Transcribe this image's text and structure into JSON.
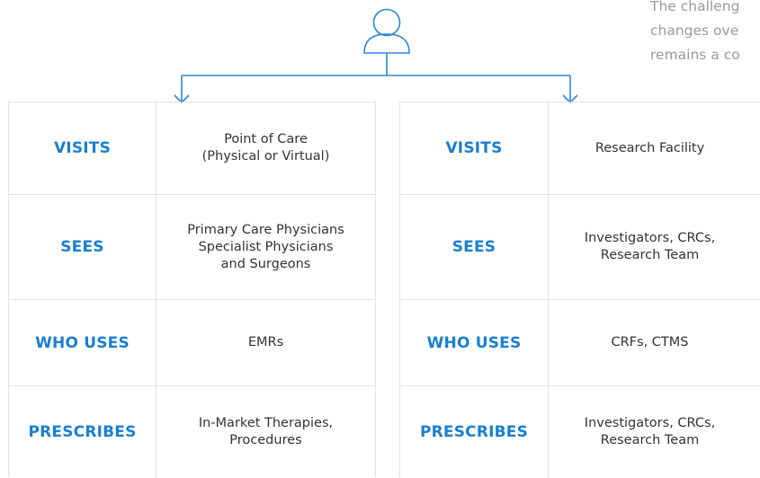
{
  "side_text": {
    "line1": "The challeng",
    "line2": "changes ove",
    "line3": "remains a co"
  },
  "left_panel": {
    "rows": [
      {
        "label": "VISITS",
        "value_lines": [
          "Point of Care",
          "(Physical or Virtual)"
        ]
      },
      {
        "label": "SEES",
        "value_lines": [
          "Primary Care Physicians",
          "Specialist Physicians",
          "and Surgeons"
        ]
      },
      {
        "label": "WHO USES",
        "value_lines": [
          "EMRs"
        ]
      },
      {
        "label": "PRESCRIBES",
        "value_lines": [
          "In-Market Therapies,",
          "Procedures"
        ]
      }
    ]
  },
  "right_panel": {
    "rows": [
      {
        "label": "VISITS",
        "value_lines": [
          "Research Facility"
        ]
      },
      {
        "label": "SEES",
        "value_lines": [
          "Investigators, CRCs,",
          "Research Team"
        ]
      },
      {
        "label": "WHO USES",
        "value_lines": [
          "CRFs, CTMS"
        ]
      },
      {
        "label": "PRESCRIBES",
        "value_lines": [
          "Investigators, CRCs,",
          "Research Team"
        ]
      }
    ]
  },
  "colors": {
    "accent": "#1a7fd0",
    "connector": "#2b88d8",
    "border": "#e2e2e2",
    "muted_text": "#9a9a9a"
  },
  "icons": {
    "person": "person-icon",
    "arrow": "arrow-down-icon"
  }
}
